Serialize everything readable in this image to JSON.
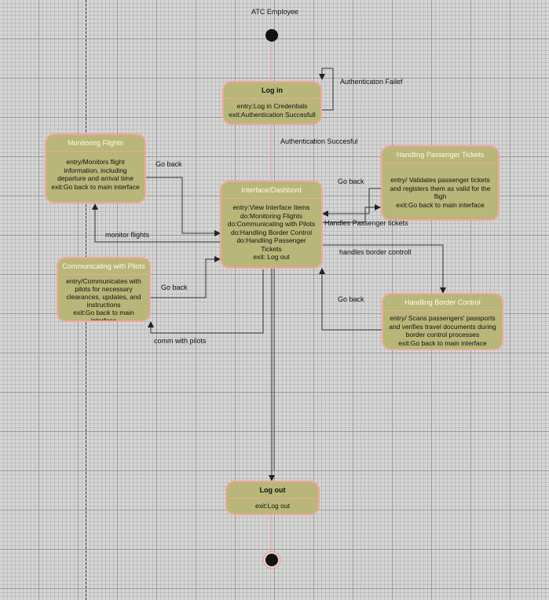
{
  "swimlane": {
    "title": "ATC Employee"
  },
  "states": {
    "login": {
      "title": "Log in",
      "body": "entry:Log in Credentials\nexit:Authentication Succesfull"
    },
    "monitoring": {
      "title": "Monitoring Flights",
      "body": "entry/Monitors flight\ninformation, including\ndeparture and arrival time\nexit:Go back to main interface"
    },
    "interface": {
      "title": "Interface/Dashbord",
      "body": "entry:View Interface Items\ndo:Monitoring Flights\ndo:Communicating with Pilots\ndo:Handling Border Control\ndo:Handling Passenger\nTickets\nexit: Log out"
    },
    "tickets": {
      "title": "Handling Passenger Tickets",
      "body": "entry/ Validates passenger tickets\nand registers them as valid for the\nfligh\nexit:Go back to main interface"
    },
    "pilots": {
      "title": "Communicating with Pilots",
      "body": "entry/Communicates with\npilots for necessary\nclearances, updates, and\ninstructions\nexit:Go back to main\ninterface"
    },
    "border": {
      "title": "Handling Border Control",
      "body": "entry/  Scans passengers' passports\nand verifies travel documents during\nborder control processes\nexit:Go back to main interface"
    },
    "logout": {
      "title": "Log out",
      "body": "exit:Log out"
    }
  },
  "transitions": {
    "auth_failed": "Authenticaton Failef",
    "auth_success": "Authentication Succesful",
    "monitoring_go_back": "Go back",
    "monitor_flights": "monitor flights",
    "tickets_go_back": "Go back",
    "handles_tickets": "Handles Passenger tickets",
    "handles_border": "handles border controll",
    "border_go_back": "Go back",
    "pilots_go_back": "Go back",
    "comm_with_pilots": "comm with pilots"
  },
  "colors": {
    "state_fill": "#b8b678",
    "state_border": "#f0a79a",
    "wire": "#222222"
  }
}
